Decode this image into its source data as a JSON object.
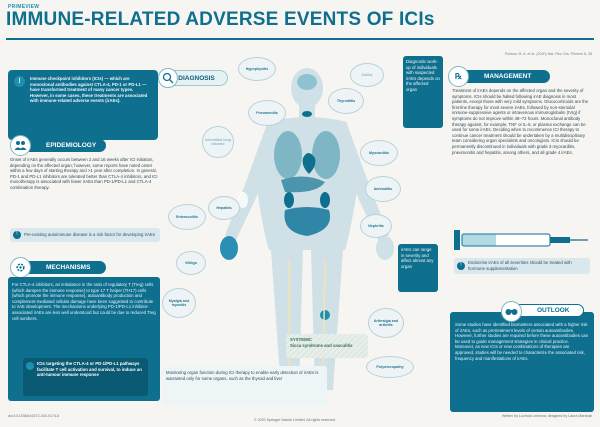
{
  "header": {
    "kicker": "PRIMEVIEW",
    "title": "IMMUNE-RELATED ADVERSE EVENTS OF ICIs",
    "citation": "Postow, M. A. et al. (2020) Nat. Rev. Dis. Primers 6, 38"
  },
  "intro": {
    "text": "Immune checkpoint inhibitors (ICIs) — which are monoclonal antibodies against CTLA-4, PD-1 or PD-L1 — have transformed treatment of many cancer types. However, in some cases, these treatments are associated with immune-related adverse events (irAEs)."
  },
  "diagnosis": {
    "label": "DIAGNOSIS",
    "callout": "Diagnostic work-up of individuals with suspected irAEs depends on the affected organ"
  },
  "epidemiology": {
    "label": "EPIDEMIOLOGY",
    "text": "Onset of irAEs generally occurs between 2 and 16 weeks after ICI initiation, depending on the affected organ; however, some reports have noted onset within a few days of starting therapy and >1 year after completion. In general, PD-1 and PD-L1 inhibitors are tolerated better than CTLA-4 inhibitors, and ICI monotherapy is associated with fewer irAEs than PD-1/PD-L1 and CTLA-4 combination therapy.",
    "note": "Pre-existing autoimmune disease is a risk factor for developing irAEs"
  },
  "mechanisms": {
    "label": "MECHANISMS",
    "text": "For CTLA-4 inhibitors, an imbalance in the ratio of regulatory T (Treg) cells (which dampen the immune response) to type 17 T helper (TH17) cells (which promote the immune response), autoantibody production and complement-mediated cellular damage have been suggested to contribute to irAE development. The mechanisms underlying PD-1/PD-L1 inhibitor-associated irAEs are less well understood but could be due to reduced Treg cell numbers.",
    "callout": "ICIs targeting the CTLA-4 or PD-1/PD-L1 pathways facilitate T cell activation and survival, to induce an anti-tumour immune response"
  },
  "management": {
    "label": "MANAGEMENT",
    "text": "Treatment of irAEs depends on the affected organ and the severity of symptoms. ICIs should be halted following irAE diagnosis in most patients, except those with very mild symptoms. Glucocorticoids are the first-line therapy for most severe irAEs, followed by non-steroidal immune-suppressive agents or intravenous immunoglobulin (IVIg) if symptoms do not improve within 48–72 hours. Monoclonal antibody therapy against, for example, TNF or IL-6, or plasma exchange can be used for some irAEs. Deciding when to recommence ICI therapy to continue cancer treatment should be undertaken by a multidisciplinary team considering organ specialists and oncologists. ICIs should be permanently discontinued in individuals with grade 3 myocarditis, pneumonitis and hepatitis, among others, and all grade 4 irAEs.",
    "note": "Endocrine irAEs of all severities should be treated with hormone supplementation"
  },
  "outlook": {
    "label": "OUTLOOK",
    "text": "Some studies have identified biomarkers associated with a higher risk of irAEs, such as pretreatment levels of certain autoantibodies. However, further studies are required before these autoantibodies can be used to guide management strategies in clinical practice. Moreover, as new ICIs or new combinations of therapies are approved, studies will be needed to characterize the associated risk, frequency and manifestations of irAEs."
  },
  "organs": {
    "hypophysitis": "Hypophysitis",
    "colitis": "Colitis",
    "interstitial_lung_disease": "Interstitial lung disease",
    "thyroiditis": "Thyroiditis",
    "pneumonitis": "Pneumonitis",
    "myocarditis": "Myocarditis",
    "hepatitis": "Hepatitis",
    "adrenalitis": "Adrenalitis",
    "enterocolitis": "Enterocolitis",
    "vitiligo": "Vitiligo",
    "nephritis": "Nephritis",
    "myalgia_myositis": "Myalgia and myositis",
    "arthralgia_arthritis": "Arthralgia and arthritis",
    "polyneuropathy": "Polyneuropathy"
  },
  "body_callouts": {
    "systemic": "SYSTEMIC\nSicca syndrome and vasculitis",
    "any_organ": "irAEs can range in severity and affect almost any organ",
    "monitoring": "Monitoring organ function during ICI therapy to enable early detection of irAEs is warranted only for some organs, such as the thyroid and liver"
  },
  "footer": {
    "doi": "doi:10.1038/s41572-020-0174-6",
    "copyright": "© 2020 Springer Nature Limited. All rights reserved.",
    "credits": "Written by Lucinda Lebrona; designed by Laura Marshall"
  },
  "colors": {
    "primary": "#0f6f8e",
    "accent": "#1f8fb0",
    "light": "#eef5f7",
    "body": "#c9dde2"
  }
}
